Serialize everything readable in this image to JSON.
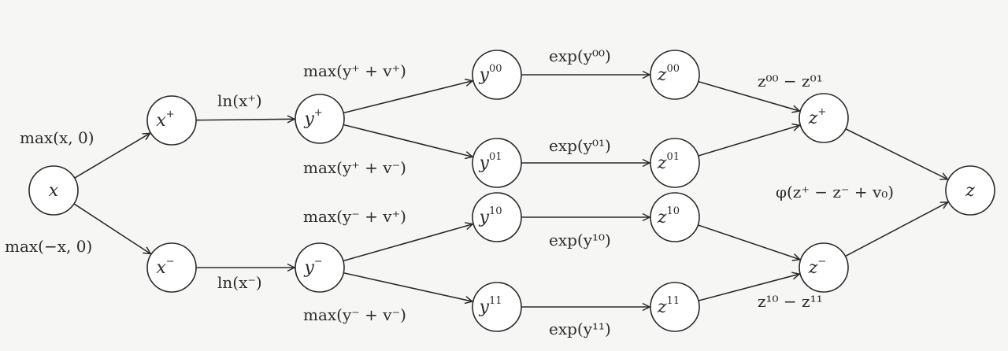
{
  "nodes": [
    {
      "id": "x",
      "base": "x",
      "sup": ""
    },
    {
      "id": "xp",
      "base": "x",
      "sup": "+"
    },
    {
      "id": "xm",
      "base": "x",
      "sup": "−"
    },
    {
      "id": "yp",
      "base": "y",
      "sup": "+"
    },
    {
      "id": "ym",
      "base": "y",
      "sup": "−"
    },
    {
      "id": "y00",
      "base": "y",
      "sup": "00"
    },
    {
      "id": "y01",
      "base": "y",
      "sup": "01"
    },
    {
      "id": "y10",
      "base": "y",
      "sup": "10"
    },
    {
      "id": "y11",
      "base": "y",
      "sup": "11"
    },
    {
      "id": "z00",
      "base": "z",
      "sup": "00"
    },
    {
      "id": "z01",
      "base": "z",
      "sup": "01"
    },
    {
      "id": "z10",
      "base": "z",
      "sup": "10"
    },
    {
      "id": "z11",
      "base": "z",
      "sup": "11"
    },
    {
      "id": "zp",
      "base": "z",
      "sup": "+"
    },
    {
      "id": "zm",
      "base": "z",
      "sup": "−"
    },
    {
      "id": "z",
      "base": "z",
      "sup": ""
    }
  ],
  "edges": [
    {
      "from": "x",
      "to": "xp"
    },
    {
      "from": "x",
      "to": "xm"
    },
    {
      "from": "xp",
      "to": "yp"
    },
    {
      "from": "xm",
      "to": "ym"
    },
    {
      "from": "yp",
      "to": "y00"
    },
    {
      "from": "yp",
      "to": "y01"
    },
    {
      "from": "ym",
      "to": "y10"
    },
    {
      "from": "ym",
      "to": "y11"
    },
    {
      "from": "y00",
      "to": "z00"
    },
    {
      "from": "y01",
      "to": "z01"
    },
    {
      "from": "y10",
      "to": "z10"
    },
    {
      "from": "y11",
      "to": "z11"
    },
    {
      "from": "z00",
      "to": "zp"
    },
    {
      "from": "z01",
      "to": "zp"
    },
    {
      "from": "z10",
      "to": "zm"
    },
    {
      "from": "z11",
      "to": "zm"
    },
    {
      "from": "zp",
      "to": "z"
    },
    {
      "from": "zm",
      "to": "z"
    }
  ],
  "edge_labels": {
    "max_x": "max(x, 0)",
    "max_negx": "max(−x, 0)",
    "ln_xp": "ln(x⁺)",
    "ln_xm": "ln(x⁻)",
    "max_yp_vp": "max(y⁺ + v⁺)",
    "max_yp_vm": "max(y⁺ + v⁻)",
    "max_ym_vp": "max(y⁻ + v⁺)",
    "max_ym_vm": "max(y⁻ + v⁻)",
    "exp_y00": "exp(y⁰⁰)",
    "exp_y01": "exp(y⁰¹)",
    "exp_y10": "exp(y¹⁰)",
    "exp_y11": "exp(y¹¹)",
    "z00_minus_z01": "z⁰⁰ − z⁰¹",
    "z10_minus_z11": "z¹⁰ − z¹¹",
    "phi": "φ(z⁺ − z⁻ + v₀)"
  }
}
